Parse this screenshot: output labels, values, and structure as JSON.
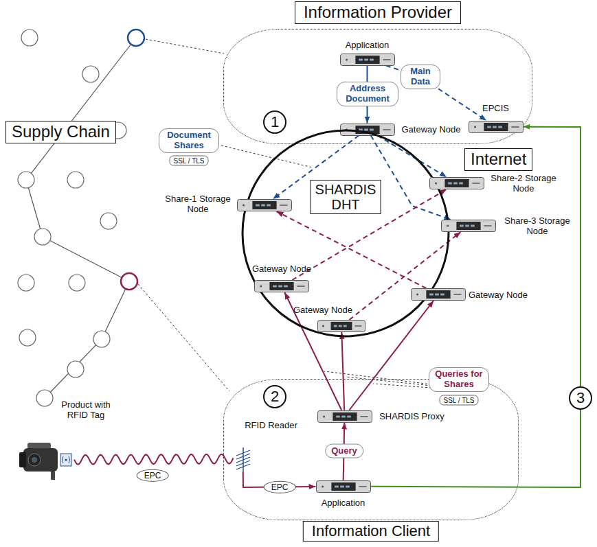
{
  "diagram": {
    "nodes": [
      {
        "text": [
          "Information Provider"
        ]
      },
      {
        "text": [
          "Application"
        ],
        "in": 0
      },
      {
        "text": [
          "EPCIS"
        ],
        "in": 0
      },
      {
        "text": [
          "Gateway Node"
        ],
        "in": 0
      },
      {
        "text": [
          "Supply Chain"
        ]
      },
      {
        "text": [
          "Internet"
        ]
      },
      {
        "text": [
          "SHARDIS DHT"
        ]
      },
      {
        "text": [
          "Share-1 Storage Node"
        ]
      },
      {
        "text": [
          "Share-2 Storage Node"
        ]
      },
      {
        "text": [
          "Share-3 Storage Node"
        ]
      },
      {
        "text": [
          "Gateway Node"
        ]
      },
      {
        "text": [
          "Gateway Node"
        ]
      },
      {
        "text": [
          "Gateway Node"
        ]
      },
      {
        "text": [
          "Information Client"
        ]
      },
      {
        "text": [
          "SHARDIS Proxy"
        ],
        "in": 13
      },
      {
        "text": [
          "Product with RFID Tag"
        ]
      },
      {
        "text": [
          "RFID Reader"
        ],
        "in": 13
      },
      {
        "text": [
          "Application"
        ],
        "in": 13
      }
    ],
    "edges": [
      {
        "from": 1,
        "to": 3,
        "arrow": "to",
        "label": "Address Document"
      },
      {
        "from": 1,
        "to": 2,
        "arrow": "to",
        "label": "Main Data"
      },
      {
        "from": 3,
        "to": 7,
        "arrow": "to"
      },
      {
        "from": 3,
        "to": 8,
        "arrow": "to"
      },
      {
        "from": 3,
        "to": 9,
        "arrow": "to"
      },
      {
        "from": 10,
        "to": 8,
        "arrow": "to"
      },
      {
        "from": 11,
        "to": 9,
        "arrow": "to"
      },
      {
        "from": 12,
        "to": 7,
        "arrow": "to"
      },
      {
        "from": 14,
        "to": 10,
        "arrow": "to"
      },
      {
        "from": 14,
        "to": 11,
        "arrow": "to"
      },
      {
        "from": 14,
        "to": 12,
        "arrow": "to"
      },
      {
        "from": 17,
        "to": 14,
        "arrow": "to",
        "label": "Query"
      },
      {
        "from": 15,
        "to": 16,
        "arrow": "none",
        "label": "EPC"
      },
      {
        "from": 16,
        "to": 17,
        "arrow": "to",
        "label": "EPC"
      },
      {
        "from": 17,
        "to": 2,
        "arrow": "to"
      }
    ],
    "labels": [
      "1",
      "2",
      "3",
      "Document Shares",
      "SSL / TLS",
      "Queries for Shares",
      "SSL / TLS"
    ]
  }
}
